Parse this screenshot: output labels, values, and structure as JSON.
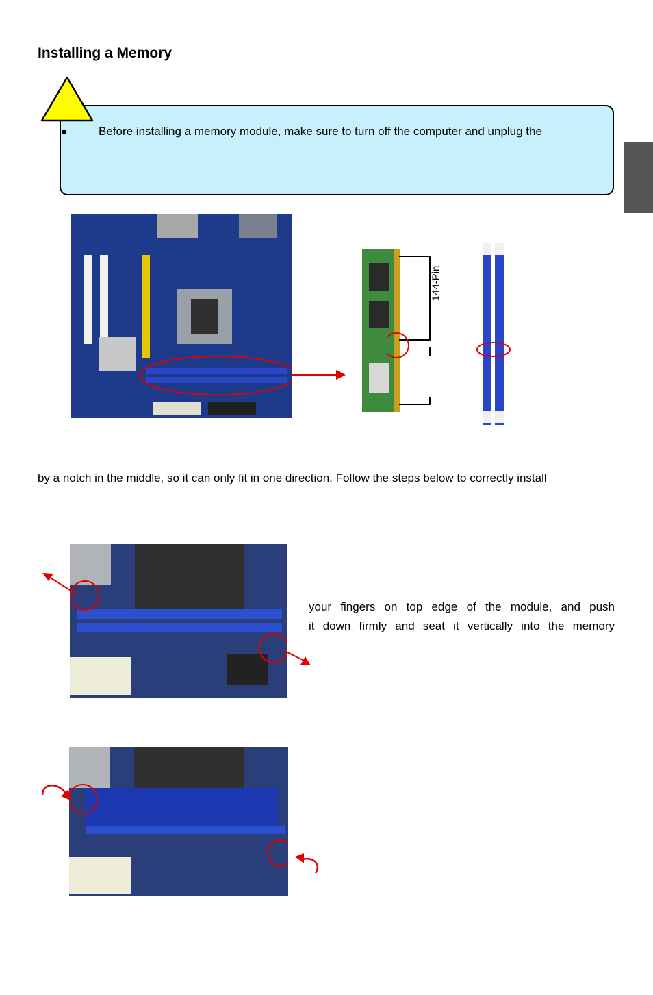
{
  "page": {
    "title": "Installing a Memory",
    "warning": {
      "bullet": "■",
      "text": "Before installing a memory module, make sure to turn off the computer and unplug the"
    },
    "figure_labels": {
      "pin_count": "144-Pin"
    },
    "paragraph": "by a notch in the middle, so it can only fit in one direction. Follow the steps below to correctly install",
    "step_text": {
      "line1": "your fingers on top edge of the module, and push",
      "line2": "it down firmly and seat it vertically into the memory"
    }
  },
  "colors": {
    "warning_bg": "#c8f0fc",
    "warning_icon": "#ffff00",
    "highlight": "#e00000",
    "board_blue": "#1e3a8a",
    "dimm_blue": "#2a45c8",
    "side_tab": "#555555"
  },
  "icons": {
    "warning": "warning-triangle-icon"
  }
}
